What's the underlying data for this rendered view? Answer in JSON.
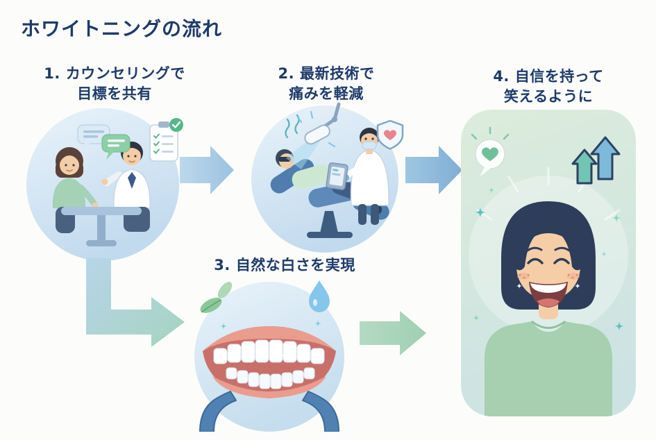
{
  "title": "ホワイトニングの流れ",
  "steps": [
    {
      "line1": "1. カウンセリングで",
      "line2": "目標を共有"
    },
    {
      "line1": "2. 最新技術で",
      "line2": "痛みを軽減"
    },
    {
      "line1": "3. 自然な白さを実現",
      "line2": ""
    },
    {
      "line1": "4. 自信を持って",
      "line2": "笑えるように"
    }
  ],
  "icons": {
    "step1": [
      "speech-bubbles-icon",
      "checklist-icon"
    ],
    "step2": [
      "steam-lines-icon",
      "dental-lamp-icon",
      "shield-heart-icon"
    ],
    "step3": [
      "leaf-icon",
      "water-drop-icon",
      "sparkle-icon"
    ],
    "step4": [
      "heart-speech-bubble-icon",
      "growth-arrows-icon",
      "sparkle-icon",
      "sun-rays"
    ]
  },
  "colors": {
    "background": "#fcfdfa",
    "heading_text": "#1d3a6b",
    "circle_fill_top": "#e9f3fa",
    "circle_fill_bottom": "#c2daee",
    "panel_fill_top": "#dcecdb",
    "panel_fill_bottom": "#cde3e3",
    "arrow_blue_light": "#aecfe7",
    "arrow_blue": "#8fb9da",
    "arrow_blue_green": "#aed4c8",
    "arrow_green": "#a9d5ba"
  }
}
